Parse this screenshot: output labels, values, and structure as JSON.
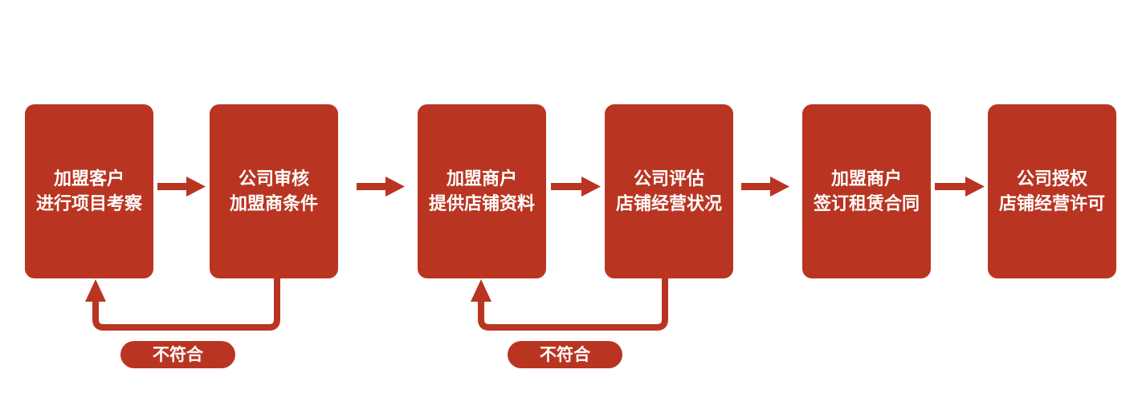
{
  "colors": {
    "primary": "#b93522",
    "text": "#ffffff"
  },
  "steps": [
    {
      "line1": "加盟客户",
      "line2": "进行项目考察"
    },
    {
      "line1": "公司审核",
      "line2": "加盟商条件"
    },
    {
      "line1": "加盟商户",
      "line2": "提供店铺资料"
    },
    {
      "line1": "公司评估",
      "line2": "店铺经营状况"
    },
    {
      "line1": "加盟商户",
      "line2": "签订租赁合同"
    },
    {
      "line1": "公司授权",
      "line2": "店铺经营许可"
    }
  ],
  "feedback": [
    {
      "label": "不符合"
    },
    {
      "label": "不符合"
    }
  ]
}
